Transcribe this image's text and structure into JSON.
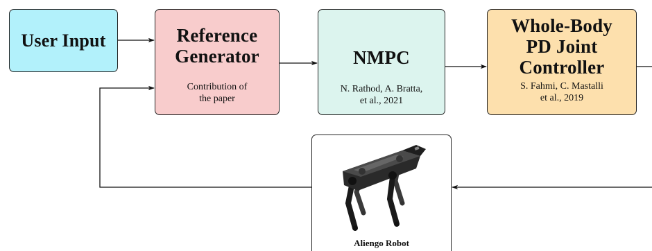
{
  "blocks": {
    "user_input": {
      "title": "User Input",
      "color": "#b2f1fb"
    },
    "reference_generator": {
      "title_lines": [
        "Reference",
        "Generator"
      ],
      "note_lines": [
        "Contribution of",
        "the paper"
      ],
      "color": "#f8cccc"
    },
    "nmpc": {
      "title": "NMPC",
      "note_lines": [
        "N. Rathod, A. Bratta,",
        "et al., 2021"
      ],
      "color": "#dcf4ee"
    },
    "whole_body": {
      "title_lines": [
        "Whole-Body",
        "PD Joint",
        "Controller"
      ],
      "note_lines": [
        "S. Fahmi, C. Mastalli",
        "et al., 2019"
      ],
      "color": "#fde0ad"
    },
    "robot": {
      "label": "Aliengo Robot",
      "image": "quadruped-robot-icon"
    }
  },
  "connections": [
    {
      "from": "User Input",
      "to": "Reference Generator"
    },
    {
      "from": "Reference Generator",
      "to": "NMPC"
    },
    {
      "from": "NMPC",
      "to": "Whole-Body PD Joint Controller"
    },
    {
      "from": "Whole-Body PD Joint Controller",
      "to": "Aliengo Robot"
    },
    {
      "from": "Aliengo Robot",
      "to": "Reference Generator"
    }
  ]
}
